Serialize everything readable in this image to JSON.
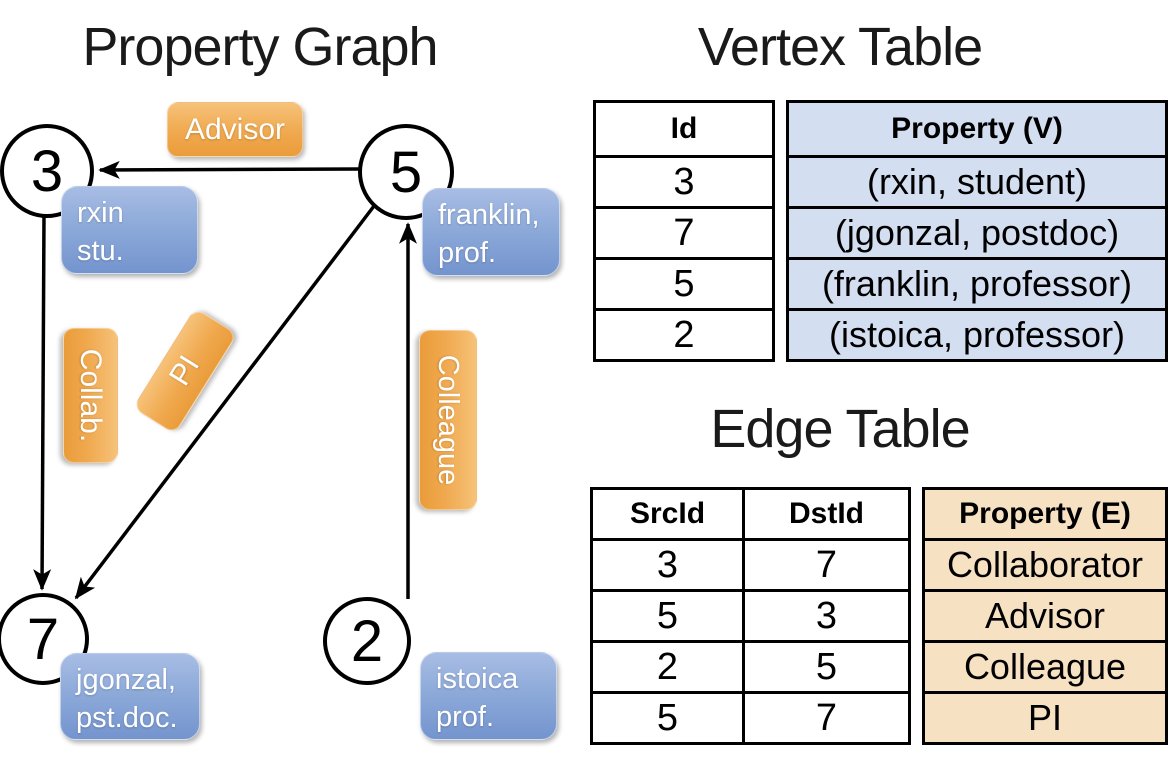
{
  "graph": {
    "title": "Property Graph",
    "nodes": [
      {
        "id": "3",
        "label_line1": "rxin",
        "label_line2": "stu."
      },
      {
        "id": "5",
        "label_line1": "franklin,",
        "label_line2": "prof."
      },
      {
        "id": "7",
        "label_line1": "jgonzal,",
        "label_line2": "pst.doc."
      },
      {
        "id": "2",
        "label_line1": "istoica",
        "label_line2": "prof."
      }
    ],
    "edges": [
      {
        "label": "Advisor",
        "from": "5",
        "to": "3"
      },
      {
        "label": "Collab.",
        "from": "3",
        "to": "7"
      },
      {
        "label": "PI",
        "from": "5",
        "to": "7"
      },
      {
        "label": "Colleague",
        "from": "2",
        "to": "5"
      }
    ]
  },
  "vertex_table": {
    "title": "Vertex Table",
    "headers": {
      "id": "Id",
      "property": "Property (V)"
    },
    "rows": [
      {
        "id": "3",
        "property": "(rxin, student)"
      },
      {
        "id": "7",
        "property": "(jgonzal, postdoc)"
      },
      {
        "id": "5",
        "property": "(franklin, professor)"
      },
      {
        "id": "2",
        "property": "(istoica, professor)"
      }
    ]
  },
  "edge_table": {
    "title": "Edge Table",
    "headers": {
      "src": "SrcId",
      "dst": "DstId",
      "property": "Property (E)"
    },
    "rows": [
      {
        "src": "3",
        "dst": "7",
        "property": "Collaborator"
      },
      {
        "src": "5",
        "dst": "3",
        "property": "Advisor"
      },
      {
        "src": "2",
        "dst": "5",
        "property": "Colleague"
      },
      {
        "src": "5",
        "dst": "7",
        "property": "PI"
      }
    ]
  },
  "colors": {
    "orange_accent": "#f0a94f",
    "blue_accent": "#8daad9",
    "vertex_property_bg": "#d4def1",
    "edge_property_bg": "#f7e1c3",
    "line": "#000000"
  }
}
